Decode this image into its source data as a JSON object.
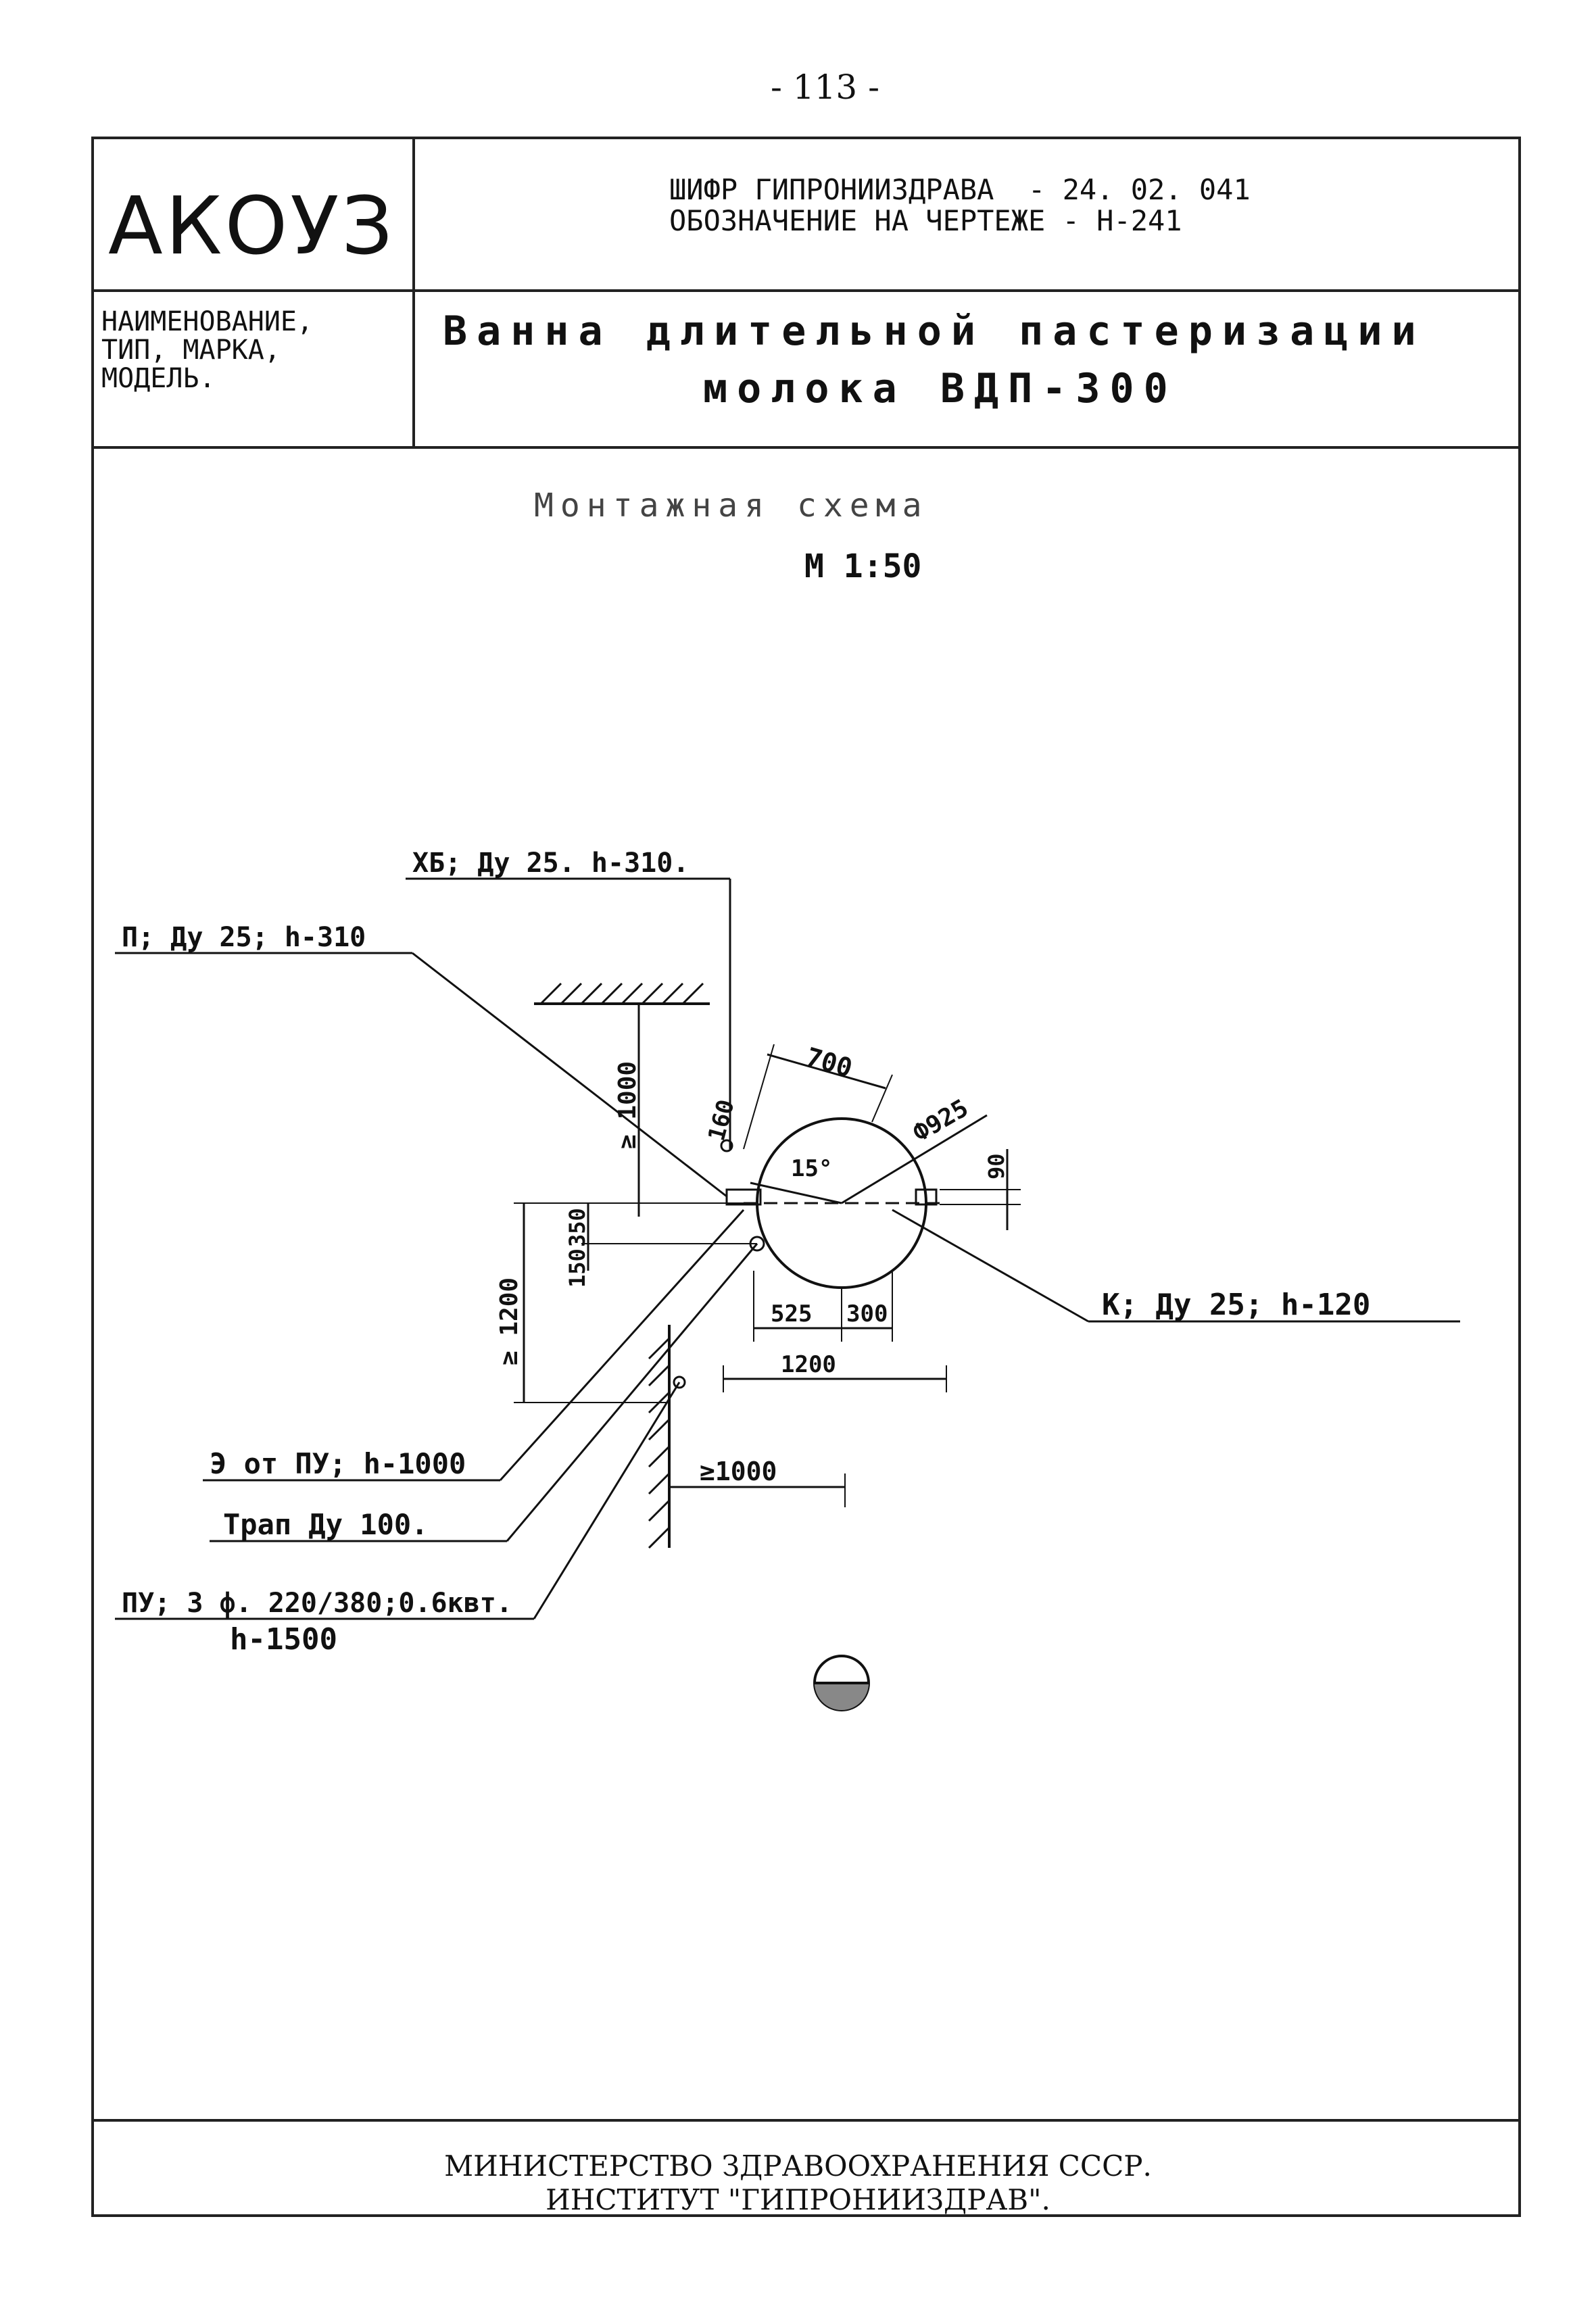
{
  "page_number": "- 113 -",
  "stamp": {
    "org": "АКОУЗ",
    "cipher_label": "ШИФР ГИПРОНИИЗДРАВА",
    "cipher_value": "- 24. 02. 041",
    "designation_label": "ОБОЗНАЧЕНИЕ НА ЧЕРТЕЖЕ",
    "designation_value": "- Н-241",
    "name_label": "НАИМЕНОВАНИЕ,\nТИП, МАРКА,\nМОДЕЛЬ.",
    "title_line1": "Ванна длительной пастеризации",
    "title_line2": "молока ВДП-300"
  },
  "drawing": {
    "caption": "Монтажная схема",
    "scale": "М 1:50",
    "labels": {
      "cold_water": "ХБ; Ду 25. h-310.",
      "steam": "П; Ду 25; h-310",
      "condensate": "К; Ду 25; h-120",
      "electric": "Э от ПУ; h-1000",
      "drain": "Трап Ду 100.",
      "panel": "ПУ; 3 ф. 220/380;0.6квт.",
      "panel_h": "h-1500"
    },
    "dims": {
      "d700": "700",
      "d160": "160",
      "d1000v": "≥ 1000",
      "d925": "Ф925",
      "d15": "15°",
      "d90": "90",
      "d350": "350",
      "d150": "150",
      "d1200": "≥ 1200",
      "d525": "525",
      "d300": "300",
      "d1200h": "1200",
      "d1000h": "≥1000"
    }
  },
  "footer": {
    "line1": "МИНИСТЕРСТВО ЗДРАВООХРАНЕНИЯ СССР.",
    "line2": "ИНСТИТУТ \"ГИПРОНИИЗДРАВ\"."
  }
}
